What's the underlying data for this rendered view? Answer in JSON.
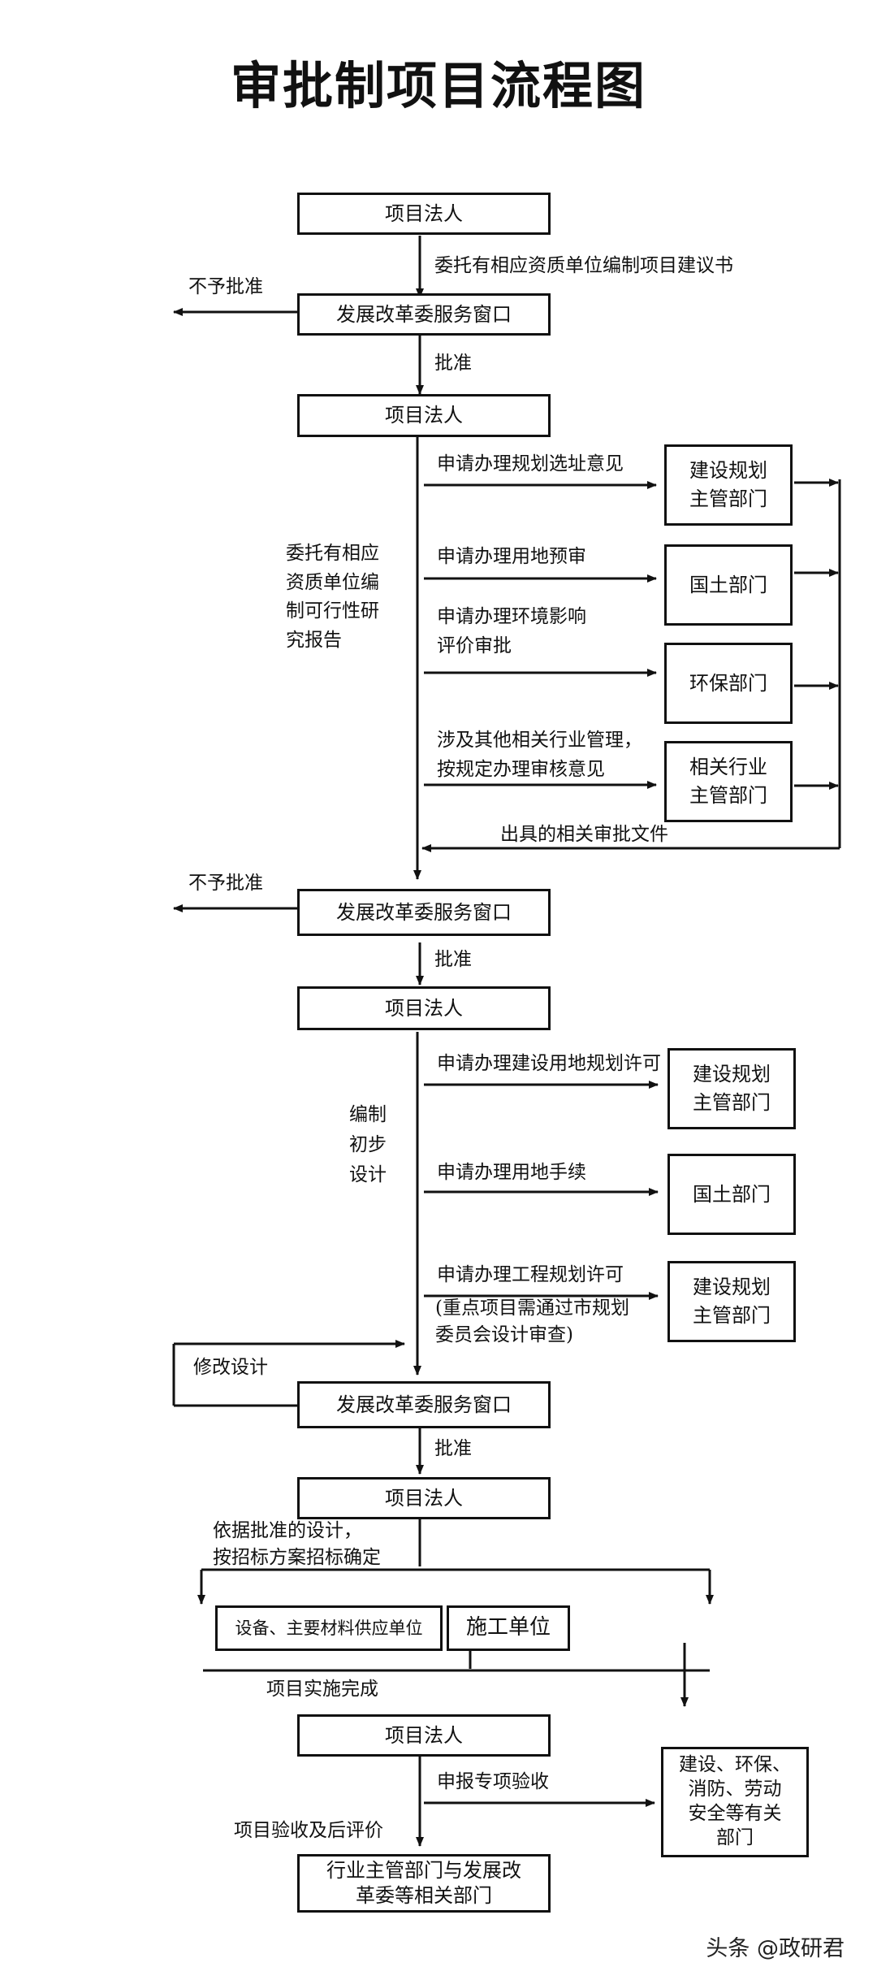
{
  "title": "审批制项目流程图",
  "boxes": {
    "legal_person_1": "项目法人",
    "ndrc_window_1": "发展改革委服务窗口",
    "legal_person_2": "项目法人",
    "planning_dept_1": "建设规划\n主管部门",
    "land_dept_1": "国土部门",
    "env_dept": "环保部门",
    "industry_dept": "相关行业\n主管部门",
    "ndrc_window_2": "发展改革委服务窗口",
    "legal_person_3": "项目法人",
    "planning_dept_2": "建设规划\n主管部门",
    "land_dept_2": "国土部门",
    "planning_dept_3": "建设规划\n主管部门",
    "ndrc_window_3": "发展改革委服务窗口",
    "legal_person_4": "项目法人",
    "equipment_supplier": "设备、主要材料供应单位",
    "construction_unit": "施工单位",
    "legal_person_5": "项目法人",
    "acceptance_depts": "建设、环保、\n消防、劳动\n安全等有关\n部门",
    "final_depts": "行业主管部门与发展改\n革委等相关部门"
  },
  "labels": {
    "commission_proposal": "委托有相应资质单位编制项目建议书",
    "reject_1": "不予批准",
    "approve_1": "批准",
    "apply_site": "申请办理规划选址意见",
    "commission_feasibility": "委托有相应\n资质单位编\n制可行性研\n究报告",
    "apply_land_review": "申请办理用地预审",
    "apply_env": "申请办理环境影响\n评价审批",
    "apply_industry": "涉及其他相关行业管理，\n按规定办理审核意见",
    "issue_docs": "出具的相关审批文件",
    "reject_2": "不予批准",
    "approve_2": "批准",
    "prelim_design": "编制\n初步\n设计",
    "apply_land_use_permit": "申请办理建设用地规划许可",
    "apply_land_procedures": "申请办理用地手续",
    "apply_engineering_permit": "申请办理工程规划许可",
    "key_project_note": "(重点项目需通过市规划\n  委员会设计审查)",
    "modify_design": "修改设计",
    "approve_3": "批准",
    "bidding": "依据批准的设计，\n按招标方案招标确定",
    "completion": "项目实施完成",
    "apply_acceptance": "申报专项验收",
    "acceptance_eval": "项目验收及后评价"
  },
  "watermark": "头条 @政研君"
}
